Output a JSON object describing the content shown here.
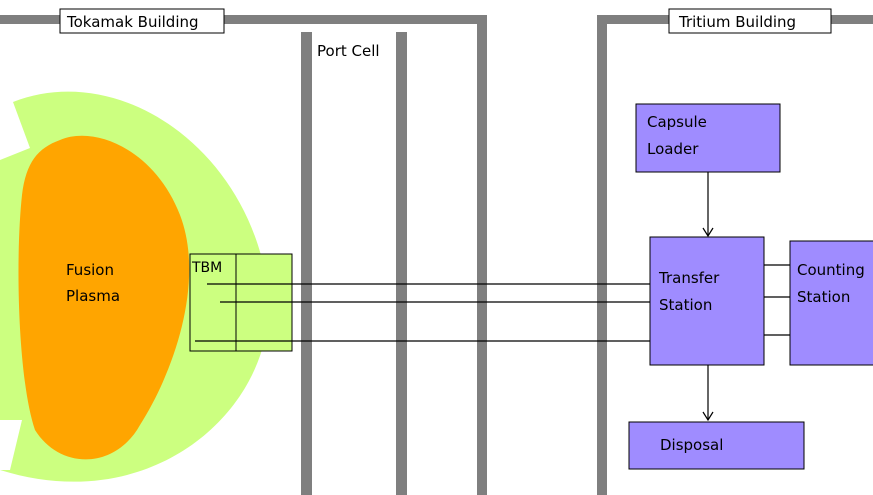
{
  "labels": {
    "tokamak_building": "Tokamak Building",
    "tritium_building": "Tritium Building",
    "port_cell": "Port Cell",
    "plasma_line1": "Fusion",
    "plasma_line2": "Plasma",
    "tbm": "TBM",
    "capsule_line1": "Capsule",
    "capsule_line2": "Loader",
    "transfer_line1": "Transfer",
    "transfer_line2": "Station",
    "counting_line1": "Counting",
    "counting_line2": "Station",
    "disposal": "Disposal"
  },
  "colors": {
    "wall": "#7f7f7f",
    "blanket": "#ccff80",
    "plasma": "#ffa500",
    "station": "#9f8cff",
    "line": "#000000"
  }
}
